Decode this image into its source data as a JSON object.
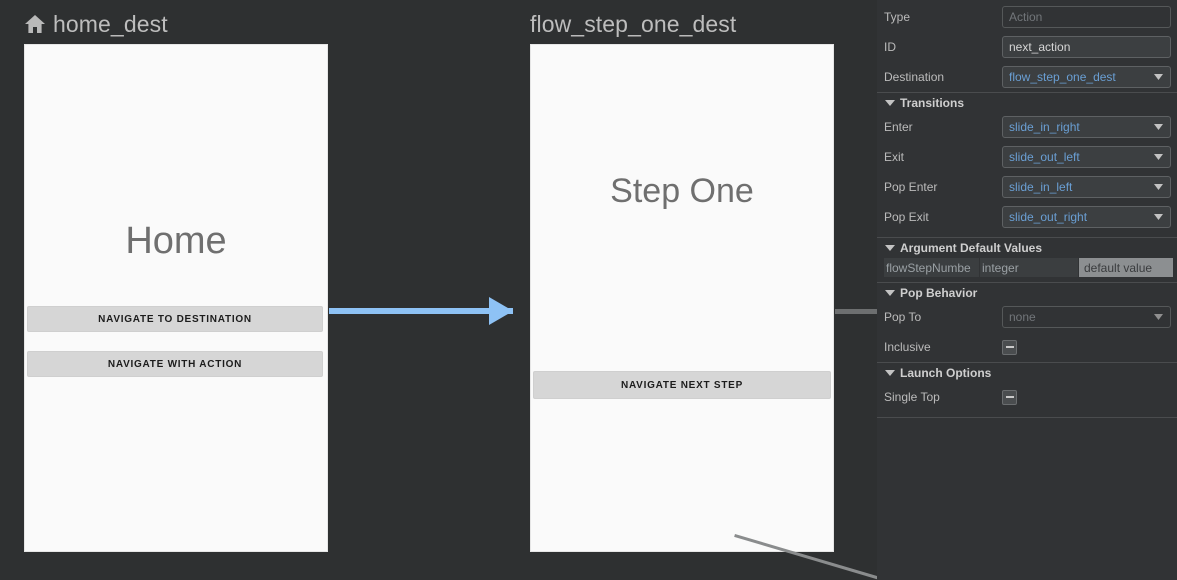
{
  "graph": {
    "nodes": [
      {
        "id": "home_dest",
        "title": "home_dest",
        "icon": "home-icon",
        "center_label": "Home",
        "buttons": [
          {
            "label": "NAVIGATE TO DESTINATION"
          },
          {
            "label": "NAVIGATE WITH ACTION"
          }
        ]
      },
      {
        "id": "flow_step_one_dest",
        "title": "flow_step_one_dest",
        "icon": "",
        "center_label": "Step One",
        "buttons": [
          {
            "label": "NAVIGATE NEXT STEP"
          }
        ]
      }
    ],
    "edges": [
      {
        "name": "home-to-flow-step-one",
        "style": "selected",
        "color": "#8ec2f5"
      },
      {
        "name": "flow-step-one-outgoing",
        "style": "normal",
        "color": "#6d6f70"
      },
      {
        "name": "flow-step-one-bottom",
        "style": "normal",
        "color": "#8a8c8d"
      }
    ],
    "colors": {
      "canvas_background": "#2e3031",
      "card_background": "#fafafa",
      "selected_edge": "#8ec2f5",
      "title_text": "#bdbdbd"
    }
  },
  "panel": {
    "type": {
      "label": "Type",
      "value": "",
      "placeholder": "Action",
      "disabled": true
    },
    "id": {
      "label": "ID",
      "value": "next_action"
    },
    "destination": {
      "label": "Destination",
      "value": "flow_step_one_dest"
    },
    "transitions": {
      "header": "Transitions",
      "rows": [
        {
          "label": "Enter",
          "value": "slide_in_right"
        },
        {
          "label": "Exit",
          "value": "slide_out_left"
        },
        {
          "label": "Pop Enter",
          "value": "slide_in_left"
        },
        {
          "label": "Pop Exit",
          "value": "slide_out_right"
        }
      ]
    },
    "argument_default_values": {
      "header": "Argument Default Values",
      "rows": [
        {
          "name": "flowStepNumbe",
          "type": "integer",
          "value": "",
          "value_placeholder": "default value"
        }
      ]
    },
    "pop_behavior": {
      "header": "Pop Behavior",
      "pop_to": {
        "label": "Pop To",
        "value": "",
        "placeholder": "none",
        "disabled": true
      },
      "inclusive": {
        "label": "Inclusive",
        "state": "indeterminate"
      }
    },
    "launch_options": {
      "header": "Launch Options",
      "single_top": {
        "label": "Single Top",
        "state": "indeterminate"
      }
    },
    "colors": {
      "panel_background": "#313335",
      "field_background": "#3c3f41",
      "link_text": "#6a9fd4",
      "separator": "#4a4c4e"
    }
  }
}
